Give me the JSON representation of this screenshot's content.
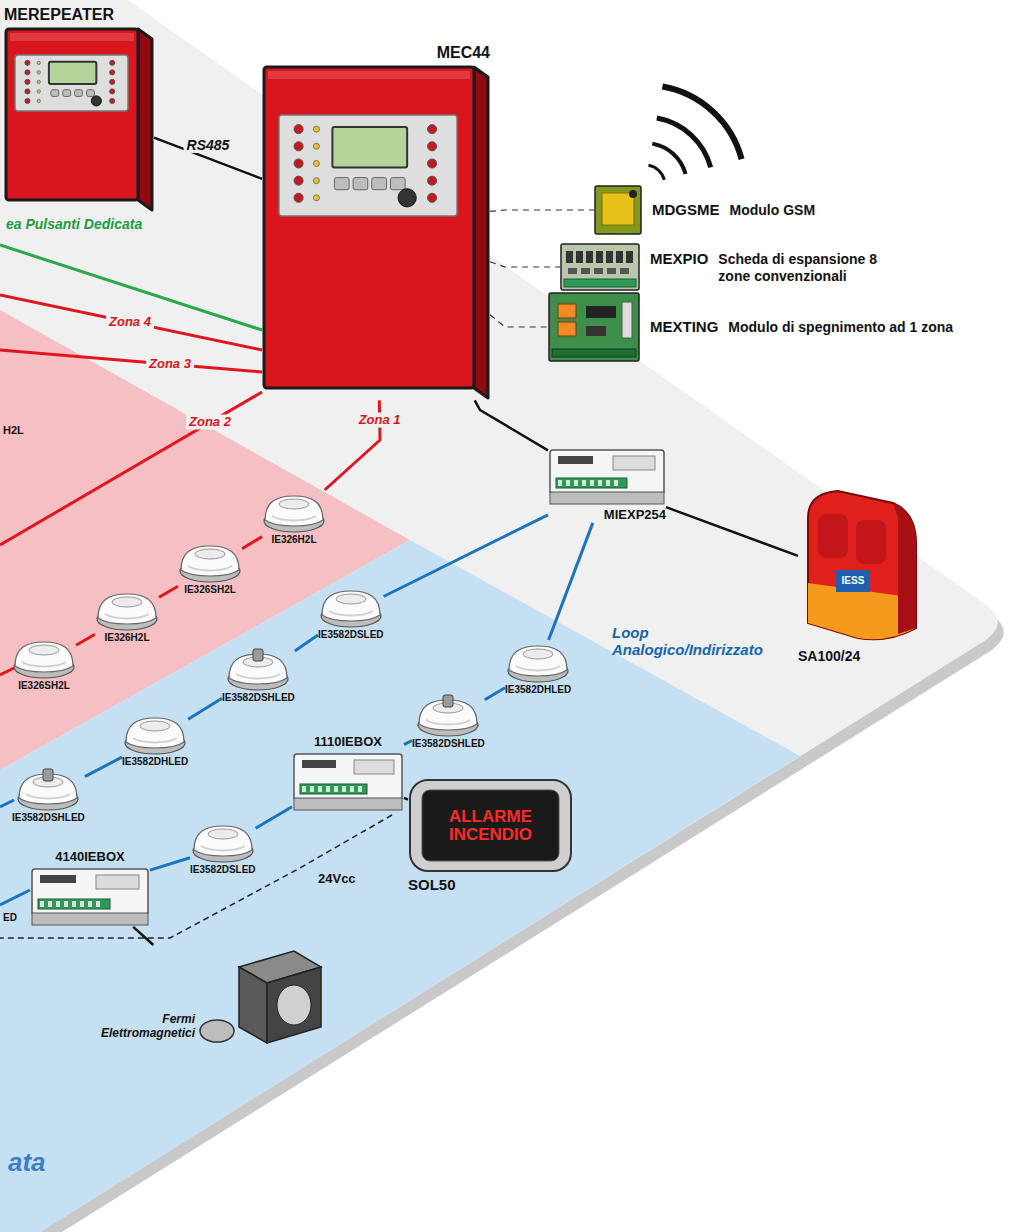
{
  "diagram": {
    "nodes": [
      {
        "text": [
          "MEREPEATER"
        ]
      },
      {
        "text": [
          "MEC44"
        ]
      },
      {
        "text": [
          "MDGSME",
          "Modulo GSM"
        ]
      },
      {
        "text": [
          "MEXPIO",
          "Scheda di espansione 8 zone convenzionali"
        ]
      },
      {
        "text": [
          "MEXTING",
          "Modulo di spegnimento ad 1 zona"
        ]
      },
      {
        "text": [
          "MIEXP254"
        ]
      },
      {
        "text": [
          "IESS",
          "SA100/24"
        ]
      },
      {
        "text": [
          "IE326H2L"
        ]
      },
      {
        "text": [
          "IE326SH2L"
        ]
      },
      {
        "text": [
          "IE326H2L"
        ]
      },
      {
        "text": [
          "IE326SH2L"
        ]
      },
      {
        "text": [
          "IE3582DSLED"
        ]
      },
      {
        "text": [
          "IE3582DSHLED"
        ]
      },
      {
        "text": [
          "IE3582DHLED"
        ]
      },
      {
        "text": [
          "IE3582DSHLED"
        ]
      },
      {
        "text": [
          "IE3582DHLED"
        ]
      },
      {
        "text": [
          "IE3582DSHLED"
        ]
      },
      {
        "text": [
          "1110IEBOX"
        ]
      },
      {
        "text": [
          "IE3582DSLED"
        ]
      },
      {
        "text": [
          "4140IEBOX"
        ]
      },
      {
        "text": [
          "ALLARME INCENDIO",
          "SOL50"
        ]
      },
      {
        "text": [
          "Fermi Elettromagnetici"
        ]
      }
    ],
    "edges": [
      {
        "from": 0,
        "to": 1,
        "label": "RS485",
        "arrow": "none"
      },
      {
        "from": 1,
        "to": 2,
        "arrow": "none"
      },
      {
        "from": 1,
        "to": 3,
        "arrow": "none"
      },
      {
        "from": 1,
        "to": 4,
        "arrow": "none"
      },
      {
        "from": 1,
        "to": 5,
        "arrow": "none"
      },
      {
        "from": 5,
        "to": 6,
        "arrow": "none"
      },
      {
        "from": 1,
        "to": 7,
        "label": "Zona 1",
        "arrow": "none"
      },
      {
        "from": 7,
        "to": 8,
        "arrow": "none"
      },
      {
        "from": 8,
        "to": 9,
        "arrow": "none"
      },
      {
        "from": 9,
        "to": 10,
        "arrow": "none"
      },
      {
        "from": 5,
        "to": 11,
        "arrow": "none"
      },
      {
        "from": 11,
        "to": 12,
        "arrow": "none"
      },
      {
        "from": 12,
        "to": 13,
        "arrow": "none"
      },
      {
        "from": 13,
        "to": 14,
        "arrow": "none"
      },
      {
        "from": 5,
        "to": 15,
        "arrow": "none"
      },
      {
        "from": 15,
        "to": 16,
        "arrow": "none"
      },
      {
        "from": 16,
        "to": 17,
        "arrow": "none"
      },
      {
        "from": 17,
        "to": 18,
        "arrow": "none"
      },
      {
        "from": 18,
        "to": 19,
        "arrow": "none"
      },
      {
        "from": 17,
        "to": 20,
        "arrow": "none"
      },
      {
        "from": 19,
        "to": 21,
        "arrow": "none"
      }
    ],
    "labels": [
      "ea Pulsanti Dedicata",
      "Zona 4",
      "Zona 3",
      "Zona 2",
      "H2L",
      "Loop Analogico/Indirizzato",
      "24Vcc",
      "ED",
      "ata"
    ]
  }
}
